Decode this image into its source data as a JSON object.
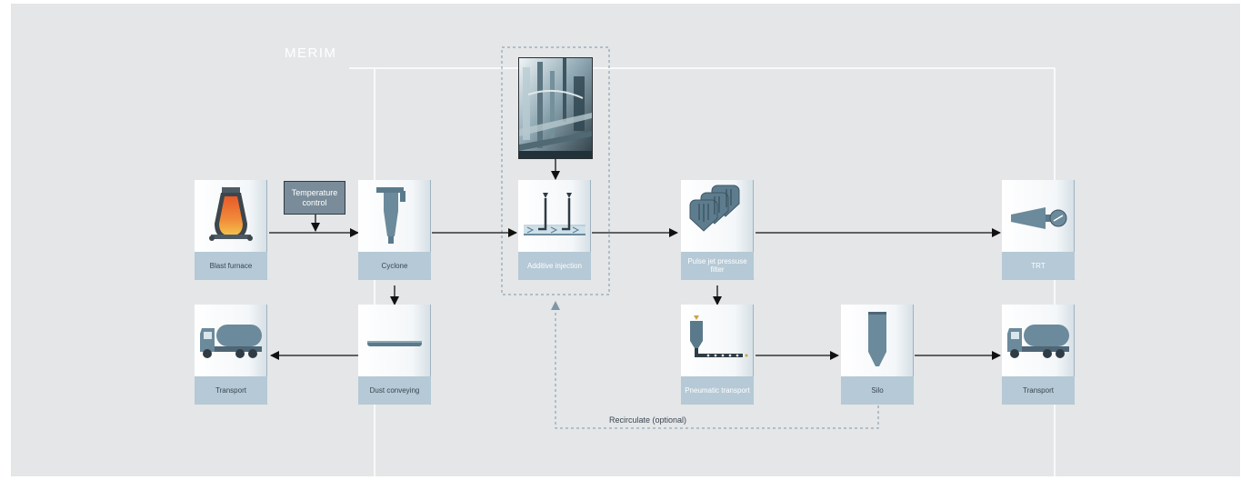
{
  "frame_title": "MERIM",
  "temperature_control": "Temperature control",
  "recirculate_label": "Recirculate (optional)",
  "nodes": {
    "blast_furnace": "Blast furnace",
    "cyclone": "Cyclone",
    "additive_injection": "Additive injection",
    "pulse_jet_filter": "Pulse jet pressuse filter",
    "trt": "TRT",
    "transport_left": "Transport",
    "dust_conveying": "Dust conveying",
    "pneumatic_transport": "Pneumatic transport",
    "silo": "Silo",
    "transport_right": "Transport"
  },
  "icons": {
    "blast_furnace": "blast-furnace-icon",
    "cyclone": "cyclone-icon",
    "additive_injection": "injection-icon",
    "pulse_jet_filter": "filter-icon",
    "trt": "turbine-icon",
    "transport": "tanker-truck-icon",
    "dust_conveying": "conveyor-icon",
    "pneumatic_transport": "pneumatic-icon",
    "silo": "silo-icon"
  },
  "colors": {
    "background": "#e4e6e8",
    "label_band": "#b5c9d6",
    "icon_blue": "#5a7a8c",
    "arrow": "#111111",
    "dashed": "#7f97a6"
  }
}
